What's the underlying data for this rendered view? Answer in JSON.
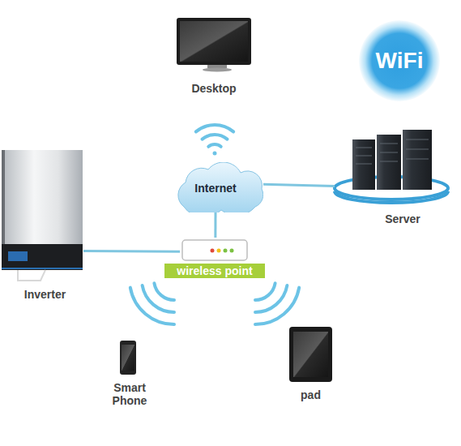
{
  "diagram": {
    "nodes": [
      {
        "text": [
          "Desktop"
        ]
      },
      {
        "text": [
          "WiFi"
        ]
      },
      {
        "text": [
          "Internet"
        ]
      },
      {
        "text": [
          "Server"
        ]
      },
      {
        "text": [
          "Inverter"
        ]
      },
      {
        "text": [
          "wireless point"
        ]
      },
      {
        "text": [
          "Smart Phone"
        ]
      },
      {
        "text": [
          "pad"
        ]
      }
    ],
    "edges": [
      {
        "from": 2,
        "to": 3,
        "arrow": "none"
      },
      {
        "from": 2,
        "to": 5,
        "arrow": "none"
      },
      {
        "from": 4,
        "to": 5,
        "arrow": "none"
      }
    ]
  }
}
